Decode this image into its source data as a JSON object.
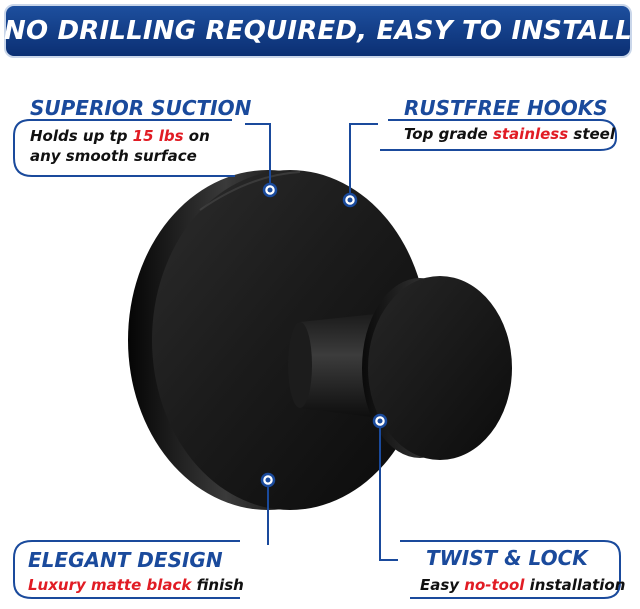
{
  "banner": {
    "text": "NO DRILLING REQUIRED, EASY TO INSTALL"
  },
  "callouts": {
    "suction": {
      "title": "SUPERIOR SUCTION",
      "line1_pre": "Holds up tp ",
      "line1_hl": "15 lbs",
      "line1_post": " on",
      "line2": "any smooth surface"
    },
    "rustfree": {
      "title": "RUSTFREE HOOKS",
      "pre": "Top grade ",
      "hl": "stainless",
      "post": " steel"
    },
    "elegant": {
      "title": "ELEGANT DESIGN",
      "hl": "Luxury matte black",
      "post": " finish"
    },
    "twist": {
      "title": "TWIST & LOCK",
      "pre": "Easy ",
      "hl": "no-tool",
      "post": " installation"
    }
  },
  "colors": {
    "banner": "#0b2f73",
    "title": "#1a4a9c",
    "highlight": "#e11c24",
    "product": "#111111"
  }
}
